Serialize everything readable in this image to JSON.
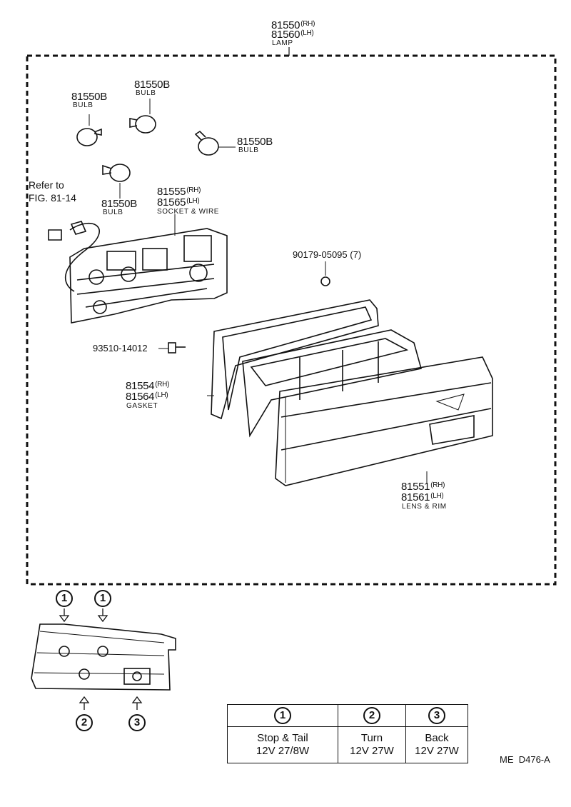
{
  "lamp": {
    "part_rh": "81550",
    "sfx_rh": "(RH)",
    "part_lh": "81560",
    "sfx_lh": "(LH)",
    "name": "LAMP"
  },
  "bulbs": [
    {
      "part": "81550B",
      "name": "BULB"
    },
    {
      "part": "81550B",
      "name": "BULB"
    },
    {
      "part": "81550B",
      "name": "BULB"
    },
    {
      "part": "81550B",
      "name": "BULB"
    }
  ],
  "reference": {
    "line1": "Refer to",
    "line2": "FIG. 81-14"
  },
  "socket": {
    "part_rh": "81555",
    "sfx_rh": "(RH)",
    "part_lh": "81565",
    "sfx_lh": "(LH)",
    "name": "SOCKET & WIRE"
  },
  "nut": {
    "part": "90179-05095",
    "qty": "(7)"
  },
  "screw": {
    "part": "93510-14012"
  },
  "gasket": {
    "part_rh": "81554",
    "sfx_rh": "(RH)",
    "part_lh": "81564",
    "sfx_lh": "(LH)",
    "name": "GASKET"
  },
  "lens": {
    "part_rh": "81551",
    "sfx_rh": "(RH)",
    "part_lh": "81561",
    "sfx_lh": "(LH)",
    "name": "LENS & RIM"
  },
  "callouts": [
    "1",
    "1",
    "2",
    "3"
  ],
  "legend": {
    "columns": [
      {
        "num": "1",
        "name": "Stop & Tail",
        "spec": "12V 27/8W"
      },
      {
        "num": "2",
        "name": "Turn",
        "spec": "12V 27W"
      },
      {
        "num": "3",
        "name": "Back",
        "spec": "12V 27W"
      }
    ]
  },
  "drawing_code": "ME  D476-A"
}
